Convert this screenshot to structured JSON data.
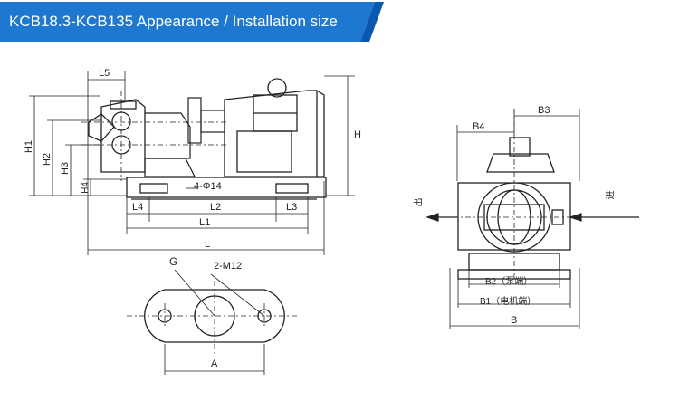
{
  "header": {
    "title": "KCB18.3-KCB135 Appearance / Installation size"
  },
  "colors": {
    "banner": "#1e78d0",
    "banner_edge": "#0b58b0",
    "drawing": "#222222"
  },
  "side_view": {
    "labels": {
      "L5": "L5",
      "H1": "H1",
      "H2": "H2",
      "H3": "H3",
      "H4": "H4",
      "H": "H",
      "phi": "4-Φ14",
      "L4": "L4",
      "L2": "L2",
      "L3": "L3",
      "L1": "L1",
      "L": "L"
    }
  },
  "end_view": {
    "labels": {
      "B3": "B3",
      "B4": "B4",
      "B2": "B2（泵端）",
      "B1": "B1（电机端）",
      "B": "B",
      "inlet": "进",
      "outlet": "出"
    }
  },
  "flange_view": {
    "labels": {
      "G": "G",
      "M12": "2-M12",
      "A": "A"
    }
  }
}
